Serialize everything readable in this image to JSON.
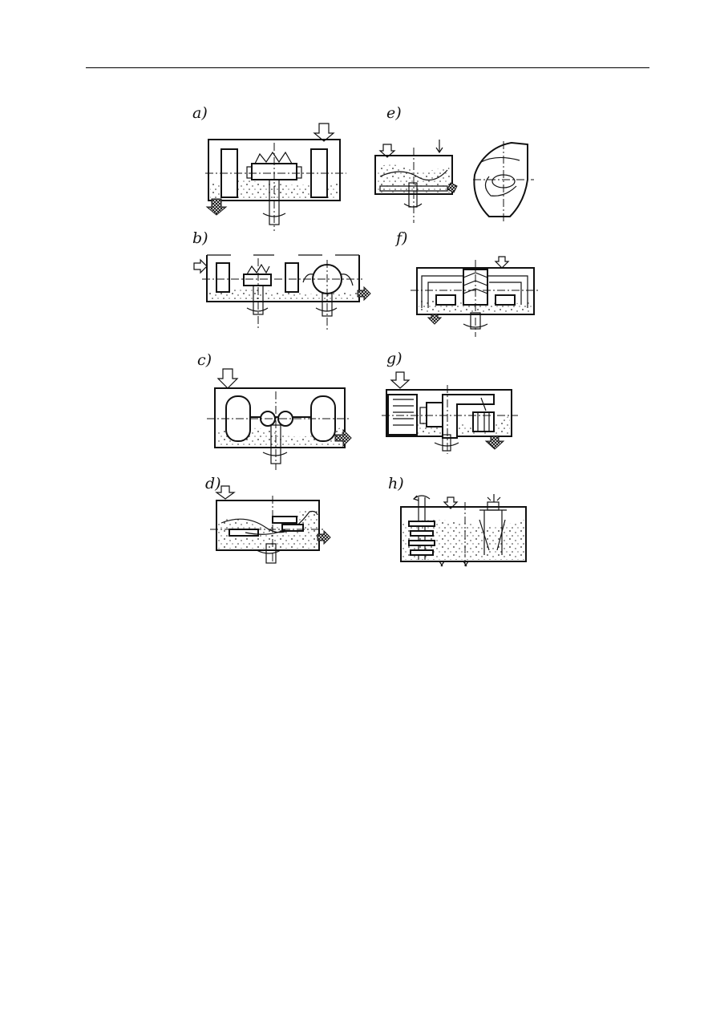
{
  "figure": {
    "panels": [
      {
        "id": "a",
        "label": "a)"
      },
      {
        "id": "b",
        "label": "b)"
      },
      {
        "id": "c",
        "label": "c)"
      },
      {
        "id": "d",
        "label": "d)"
      },
      {
        "id": "e",
        "label": "e)"
      },
      {
        "id": "f",
        "label": "f)"
      },
      {
        "id": "g",
        "label": "g)"
      },
      {
        "id": "h",
        "label": "h)"
      }
    ]
  },
  "icons": {
    "inlet": "inlet-arrow-icon",
    "outlet": "outlet-arrow-icon",
    "rotation": "rotation-arrow-icon"
  },
  "colors": {
    "ink": "#111111",
    "paper": "#ffffff"
  }
}
